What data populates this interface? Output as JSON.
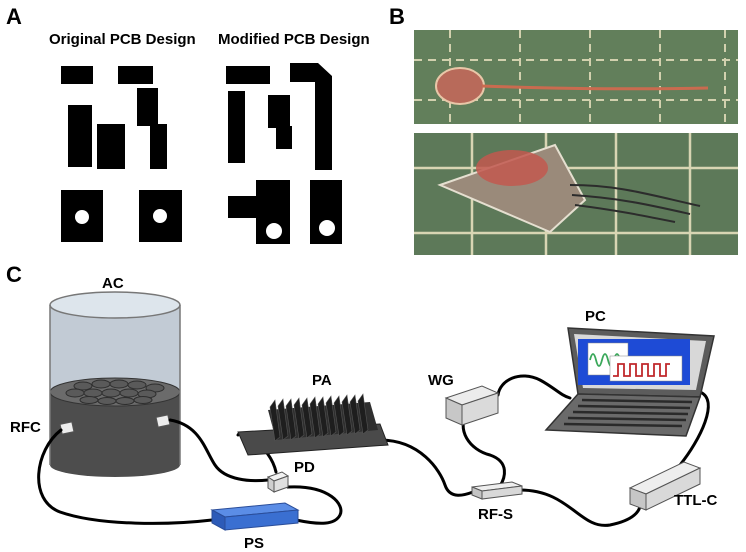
{
  "panel_a": {
    "letter": "A",
    "original_title": "Original PCB Design",
    "modified_title": "Modified PCB Design"
  },
  "panel_b": {
    "letter": "B"
  },
  "panel_c": {
    "letter": "C",
    "labels": {
      "ac": "AC",
      "rfc": "RFC",
      "pa": "PA",
      "pd": "PD",
      "ps": "PS",
      "wg": "WG",
      "pc": "PC",
      "rf_s": "RF-S",
      "ttl_c": "TTL-C"
    }
  },
  "colors": {
    "pcb_pad": "#000000",
    "photo_green": "#5f7d5a",
    "grid_line": "#e8e2c0",
    "device_red": "#c2584f",
    "chamber_glass": "#c9d3dd",
    "chamber_base": "#4d4d4d",
    "power_supply": "#3a6fd1",
    "signal_green": "#3aa85a",
    "signal_red": "#c0282b",
    "laptop_body": "#5c5c5c",
    "screen_blue": "#1e4bd6"
  }
}
